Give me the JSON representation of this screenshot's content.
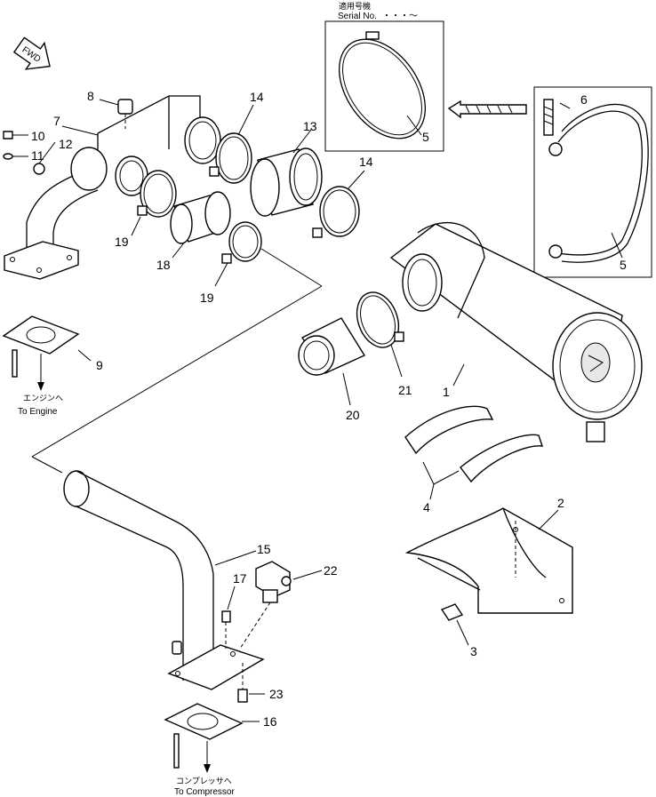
{
  "serial_box": {
    "title_jp": "適用号機",
    "title_en": "Serial No.",
    "range": "・・・～"
  },
  "direction_arrow": {
    "label": "FWD"
  },
  "destinations": {
    "engine_jp": "エンジンへ",
    "engine_en": "To Engine",
    "compressor_jp": "コンプレッサへ",
    "compressor_en": "To Compressor"
  },
  "callouts": {
    "c1": "1",
    "c2": "2",
    "c3": "3",
    "c4": "4",
    "c5a": "5",
    "c5b": "5",
    "c6": "6",
    "c7": "7",
    "c8": "8",
    "c9": "9",
    "c10": "10",
    "c11": "11",
    "c12": "12",
    "c13": "13",
    "c14a": "14",
    "c14b": "14",
    "c15": "15",
    "c16": "16",
    "c17": "17",
    "c18": "18",
    "c19a": "19",
    "c19b": "19",
    "c20": "20",
    "c21": "21",
    "c22": "22",
    "c23": "23"
  }
}
